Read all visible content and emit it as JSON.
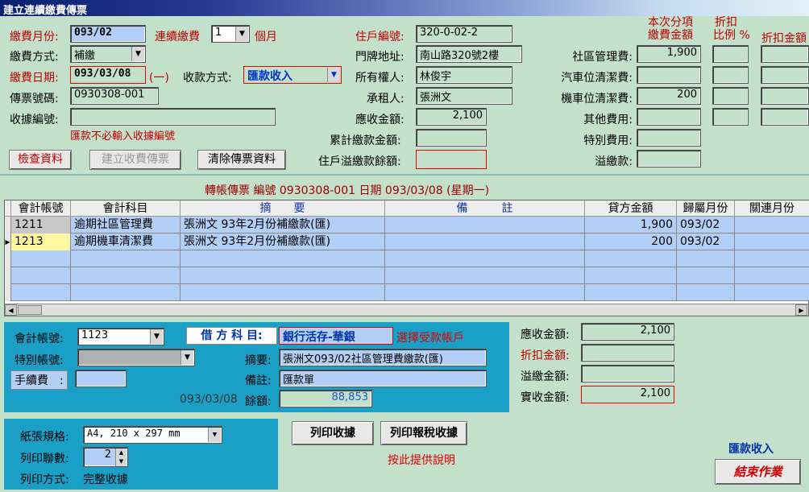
{
  "window": {
    "title": "建立連續繳費傳票"
  },
  "form": {
    "month_label": "繳費月份:",
    "month_value": "093/02",
    "continuous_label": "連續繳費",
    "continuous_value": "1",
    "continuous_unit": "個月",
    "method_label": "繳費方式:",
    "method_value": "補繳",
    "date_label": "繳費日期:",
    "date_value": "093/03/08",
    "weekday": "(一)",
    "collect_label": "收款方式:",
    "collect_value": "匯款收入",
    "voucher_label": "傳票號碼:",
    "voucher_value": "0930308-001",
    "receipt_label": "收據編號:",
    "receipt_value": "",
    "receipt_note": "匯款不必輸入收據編號"
  },
  "resident": {
    "no_label": "住戶編號:",
    "no_value": "320-0-02-2",
    "addr_label": "門牌地址:",
    "addr_value": "南山路320號2樓",
    "owner_label": "所有權人:",
    "owner_value": "林俊宇",
    "tenant_label": "承租人:",
    "tenant_value": "張洲文",
    "due_label": "應收金額:",
    "due_value": "2,100",
    "accum_label": "累計繳款金額:",
    "accum_value": "",
    "overpay_label": "住戶溢繳款餘額:",
    "overpay_value": ""
  },
  "fees": {
    "head_amount": [
      "本次分項",
      "繳費金額"
    ],
    "head_rate": [
      "折扣",
      "比例 %"
    ],
    "head_discount": "折扣金額",
    "items": [
      {
        "label": "社區管理費:",
        "value": "1,900"
      },
      {
        "label": "汽車位清潔費:",
        "value": ""
      },
      {
        "label": "機車位清潔費:",
        "value": "200"
      },
      {
        "label": "其他費用:",
        "value": ""
      },
      {
        "label": "特別費用:",
        "value": ""
      },
      {
        "label": "溢繳款:",
        "value": ""
      }
    ]
  },
  "buttons": {
    "check": "檢查資料",
    "create": "建立收費傳票",
    "clear": "清除傳票資料",
    "print": "列印收據",
    "print_tax": "列印報稅收據",
    "end": "結束作業"
  },
  "transfer_title": "轉帳傳票 編號 0930308-001 日期 093/03/08 (星期一)",
  "grid": {
    "columns": [
      "會計帳號",
      "會計科目",
      "摘　　要",
      "備　　　註",
      "貸方金額",
      "歸屬月份",
      "關連月份"
    ],
    "rows": [
      [
        "1211",
        "逾期社區管理費",
        "張洲文  93年2月份補繳款(匯)",
        "",
        "1,900",
        "093/02",
        ""
      ],
      [
        "1213",
        "逾期機車清潔費",
        "張洲文  93年2月份補繳款(匯)",
        "",
        "200",
        "093/02",
        ""
      ]
    ]
  },
  "debit": {
    "acct_label": "會計帳號:",
    "acct_value": "1123",
    "special_label": "特別帳號:",
    "special_value": "",
    "fee_label": "手續費　:",
    "fee_value": "",
    "subject_label": "借 方 科 目:",
    "subject_value": "銀行活存-華銀",
    "select_label": "選擇受款帳戶",
    "summary_label": "摘要:",
    "summary_value": "張洲文093/02社區管理費繳款(匯)",
    "note_label": "備註:",
    "note_value": "匯款單",
    "date": "093/03/08",
    "balance_label": "餘額:",
    "balance_value": "88,853"
  },
  "totals": {
    "due_label": "應收金額:",
    "due_value": "2,100",
    "disc_label": "折扣金額:",
    "disc_value": "",
    "over_label": "溢繳金額:",
    "over_value": "",
    "real_label": "實收金額:",
    "real_value": "2,100"
  },
  "print": {
    "paper_label": "紙張規格:",
    "paper_value": "A4, 210 x 297 mm",
    "copies_label": "列印聯數:",
    "copies_value": "2",
    "mode_label": "列印方式:",
    "mode_value": "完整收據",
    "help": "按此提供說明",
    "remit": "匯款收入"
  }
}
